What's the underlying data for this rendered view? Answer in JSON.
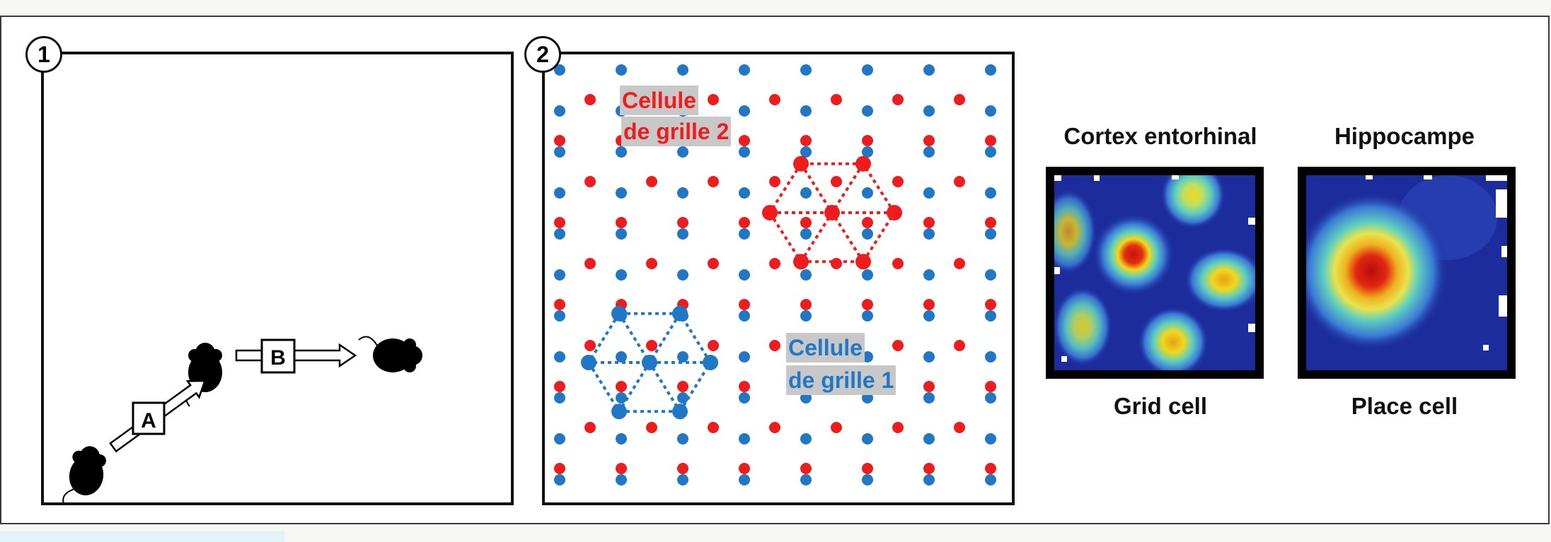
{
  "panel1": {
    "badge": "1",
    "step_a": "A",
    "step_b": "B"
  },
  "panel2": {
    "badge": "2",
    "grid_cell_2_line1": "Cellule",
    "grid_cell_2_line2": "de grille 2",
    "grid_cell_1_line1": "Cellule",
    "grid_cell_1_line2": "de grille 1"
  },
  "heatmaps": {
    "left_title": "Cortex entorhinal",
    "left_caption": "Grid cell",
    "right_title": "Hippocampe",
    "right_caption": "Place cell"
  },
  "colors": {
    "red_dots": "#ee1c1c",
    "blue_dots": "#1f77c6",
    "heat_bg": "#1c2c9c"
  }
}
